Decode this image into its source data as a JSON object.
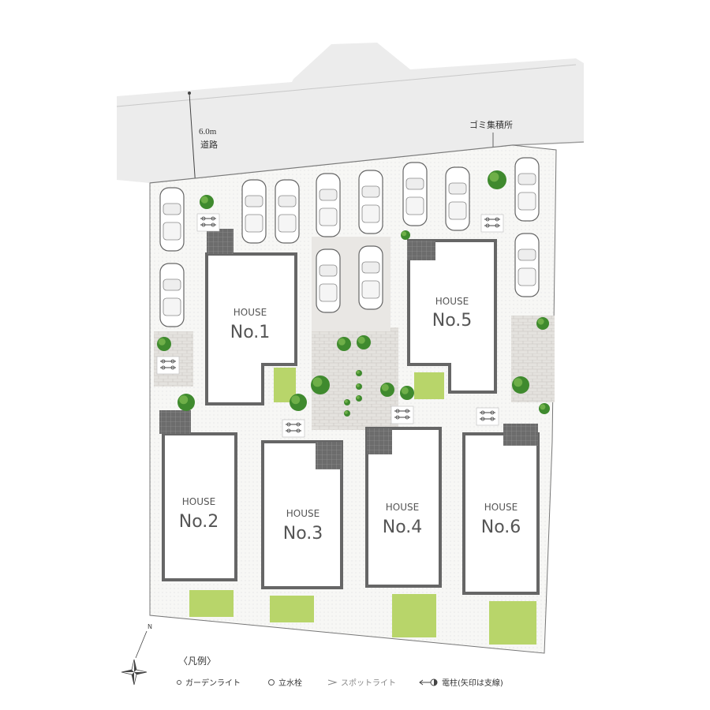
{
  "road": {
    "width_label": "6.0m",
    "name_label": "道路"
  },
  "garbage_label": "ゴミ集積所",
  "houses": [
    {
      "id": "house-1",
      "label_top": "HOUSE",
      "label_bottom": "No.1"
    },
    {
      "id": "house-2",
      "label_top": "HOUSE",
      "label_bottom": "No.2"
    },
    {
      "id": "house-3",
      "label_top": "HOUSE",
      "label_bottom": "No.3"
    },
    {
      "id": "house-4",
      "label_top": "HOUSE",
      "label_bottom": "No.4"
    },
    {
      "id": "house-5",
      "label_top": "HOUSE",
      "label_bottom": "No.5"
    },
    {
      "id": "house-6",
      "label_top": "HOUSE",
      "label_bottom": "No.6"
    }
  ],
  "compass": {
    "north_label": "N"
  },
  "legend": {
    "title": "〈凡例〉",
    "items": [
      {
        "icon": "garden-light-icon",
        "label": "ガーデンライト"
      },
      {
        "icon": "water-faucet-icon",
        "label": "立水栓"
      },
      {
        "icon": "spotlight-icon",
        "label": "スポットライト"
      },
      {
        "icon": "utility-pole-icon",
        "label": "電柱(矢印は支線)"
      }
    ]
  },
  "colors": {
    "road": "#eeeeee",
    "wall": "#606060",
    "lawn": "#b8d56a",
    "tree": "#3f8a2e",
    "paving": "#e2e0dc",
    "gravel": "#f4f4f2"
  }
}
